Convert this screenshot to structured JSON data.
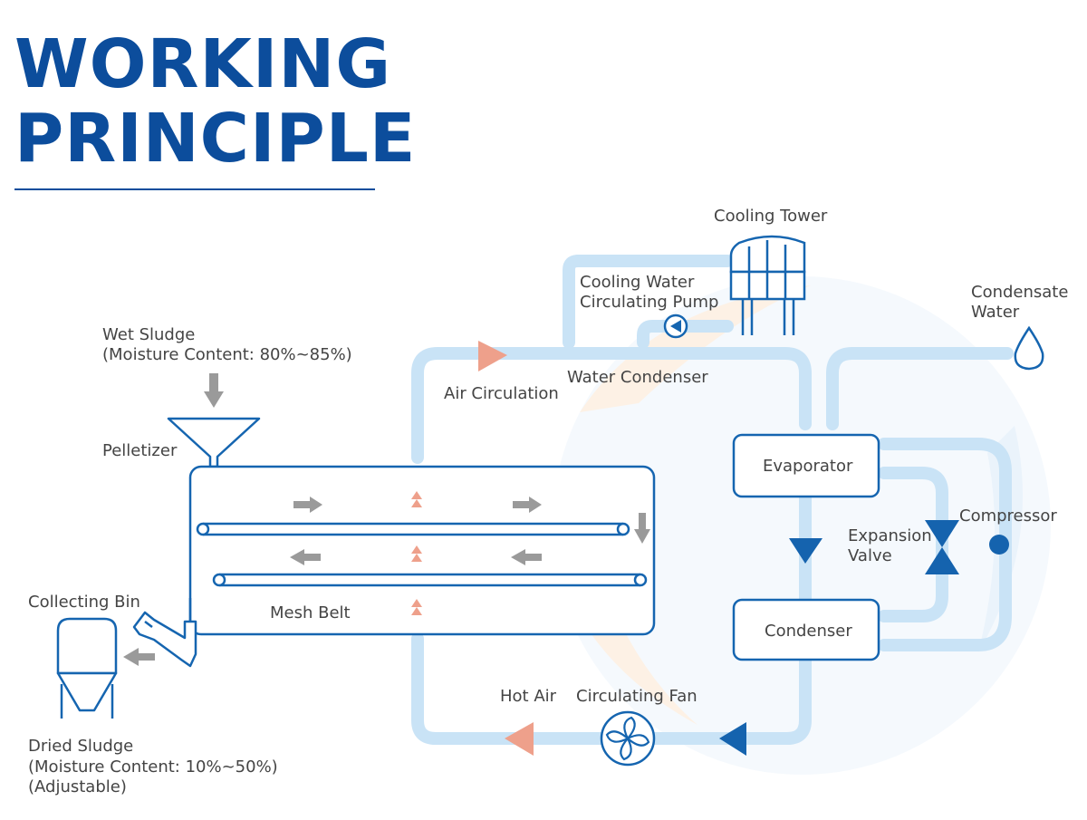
{
  "title": {
    "line1": "WORKING",
    "line2": "PRINCIPLE"
  },
  "colors": {
    "title": "#0c4d9c",
    "pipe": "#c9e3f6",
    "equipment": "#1565b0",
    "dark_arrow": "#1563ae",
    "air_arrow": "#eea08b",
    "flow_arrow": "#9a9a9a",
    "text": "#444444"
  },
  "labels": {
    "cooling_tower": "Cooling Tower",
    "cooling_water_pump": [
      "Cooling Water",
      "Circulating Pump"
    ],
    "condensate_water": [
      "Condensate",
      "Water"
    ],
    "wet_sludge": [
      "Wet Sludge",
      "(Moisture Content: 80%~85%)"
    ],
    "air_circulation": "Air Circulation",
    "water_condenser": "Water Condenser",
    "pelletizer": "Pelletizer",
    "evaporator": "Evaporator",
    "expansion_valve": [
      "Expansion",
      "Valve"
    ],
    "compressor": "Compressor",
    "collecting_bin": "Collecting Bin",
    "mesh_belt": "Mesh Belt",
    "condenser": "Condenser",
    "hot_air": "Hot Air",
    "circulating_fan": "Circulating Fan",
    "dried_sludge": [
      "Dried Sludge",
      "(Moisture Content: 10%~50%)",
      "(Adjustable)"
    ]
  }
}
